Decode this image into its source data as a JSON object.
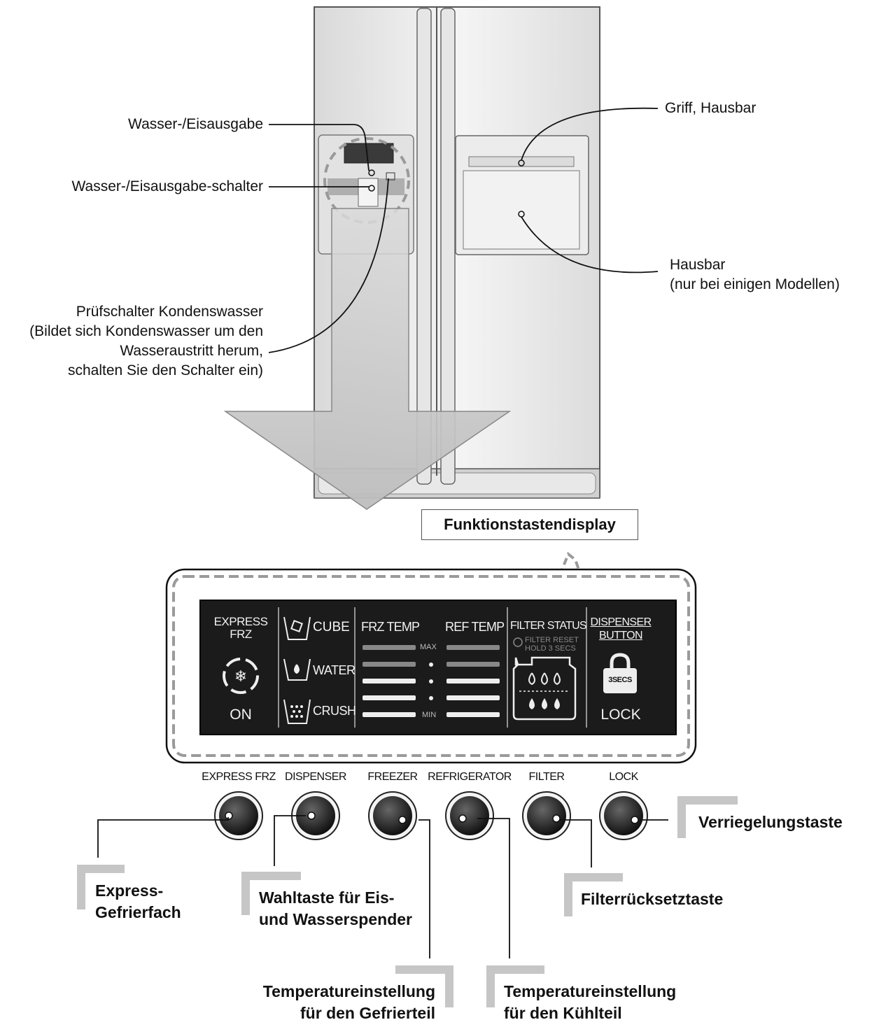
{
  "callouts": {
    "dispenser": "Wasser-/Eisausgabe",
    "dispenser_switch": "Wasser-/Eisausgabe-schalter",
    "condensation": [
      "Prüfschalter Kondenswasser",
      "(Bildet sich Kondenswasser um den",
      "Wasseraustritt herum,",
      "schalten Sie den Schalter ein)"
    ],
    "handle": "Griff, Hausbar",
    "homebar": [
      "Hausbar",
      "(nur bei einigen Modellen)"
    ]
  },
  "display_title": "Funktionstastendisplay",
  "panel": {
    "express_title": [
      "EXPRESS",
      "FRZ"
    ],
    "express_state": "ON",
    "dispense_modes": [
      "CUBE",
      "WATER",
      "CRUSH"
    ],
    "frz_temp": "FRZ TEMP",
    "ref_temp": "REF TEMP",
    "max": "MAX",
    "min": "MIN",
    "filter_status": "FILTER STATUS",
    "filter_reset": [
      "FILTER RESET",
      "HOLD 3 SECS"
    ],
    "dispenser_button": [
      "DISPENSER",
      "BUTTON"
    ],
    "lock_secs": "3SECS",
    "lock": "LOCK"
  },
  "buttons": [
    "EXPRESS FRZ",
    "DISPENSER",
    "FREEZER",
    "REFRIGERATOR",
    "FILTER",
    "LOCK"
  ],
  "functions": {
    "express": [
      "Express-",
      "Gefrierfach"
    ],
    "dispenser": [
      "Wahltaste für Eis-",
      "und Wasserspender"
    ],
    "freezer_temp": [
      "Temperatureinstellung",
      "für den Gefrierteil"
    ],
    "fridge_temp": [
      "Temperatureinstellung",
      "für den Kühlteil"
    ],
    "filter_reset": "Filterrücksetztaste",
    "lock": "Verriegelungstaste"
  },
  "colors": {
    "panel_bg": "#1b1b1b",
    "fridge_body": "#ececec",
    "arrow": "#c9c9c9",
    "dashed": "#9a9a9a"
  }
}
